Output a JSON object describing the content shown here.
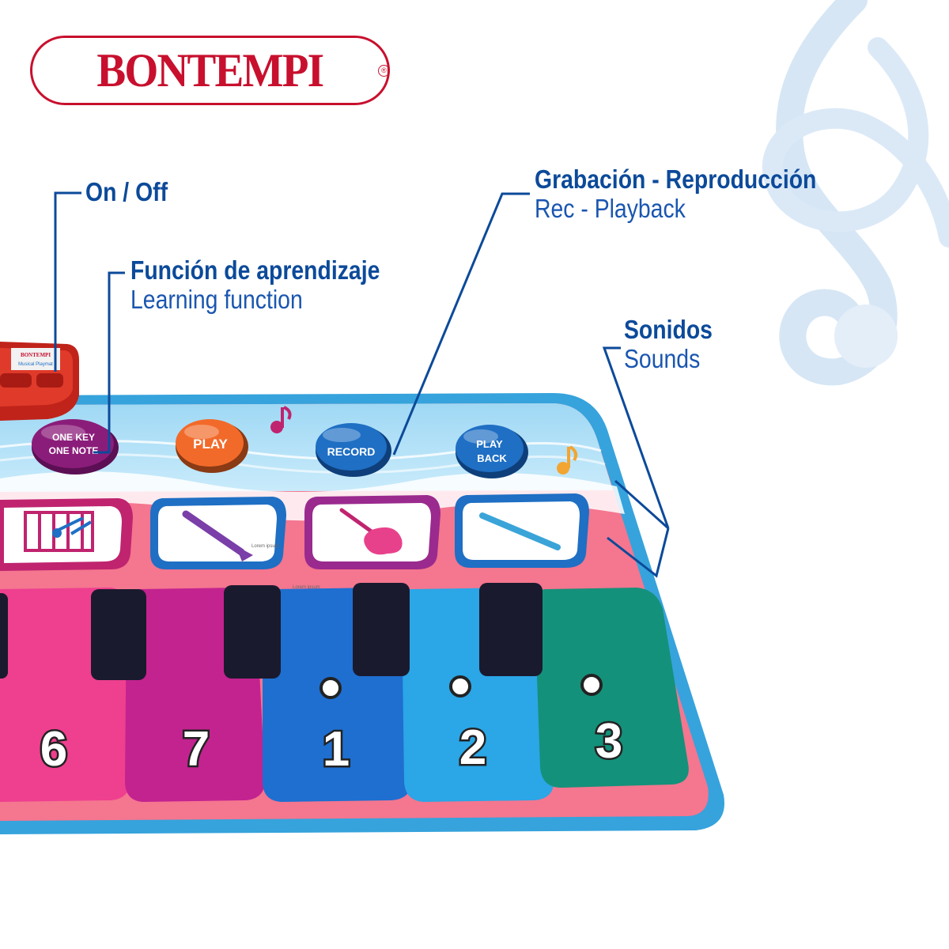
{
  "brand": {
    "logo": "BONTEMPI",
    "registered": "®"
  },
  "callouts": {
    "power": {
      "es": "On / Off"
    },
    "learning": {
      "es": "Función de aprendizaje",
      "en": "Learning function"
    },
    "record": {
      "es": "Grabación - Reproducción",
      "en": "Rec - Playback"
    },
    "sounds": {
      "es": "Sonidos",
      "en": "Sounds"
    }
  },
  "mat_buttons": [
    {
      "line1": "ONE KEY",
      "line2": "ONE NOTE",
      "color": "#8b1d7a"
    },
    {
      "line1": "PLAY",
      "color": "#f26a2a"
    },
    {
      "line1": "RECORD",
      "color": "#1f6fc4"
    },
    {
      "line1": "PLAY",
      "line2": "BACK",
      "color": "#1f6fc4"
    }
  ],
  "instrument_pads": [
    {
      "icon": "xylophone-icon",
      "color": "#c0246f"
    },
    {
      "icon": "clarinet-icon",
      "color": "#1f6fc4"
    },
    {
      "icon": "guitar-icon",
      "color": "#9a2a8e"
    },
    {
      "icon": "flute-icon",
      "color": "#1f6fc4"
    }
  ],
  "keys": [
    {
      "label": "6",
      "color": "#ef3f8f"
    },
    {
      "label": "7",
      "color": "#c3238f"
    },
    {
      "label": "1",
      "color": "#1e6fd0"
    },
    {
      "label": "2",
      "color": "#2ba6e6"
    },
    {
      "label": "3",
      "color": "#14917a"
    }
  ],
  "device": {
    "brand": "BONTEMPI",
    "name": "Musical Playmat"
  },
  "mat_fine_print": [
    "Lorem ipsum",
    "Lorem ipsum"
  ],
  "colors": {
    "accent": "#0c4a9a",
    "brand": "#c8102e",
    "mat_border": "#36a3dc",
    "mat_pink": "#f05a86"
  }
}
